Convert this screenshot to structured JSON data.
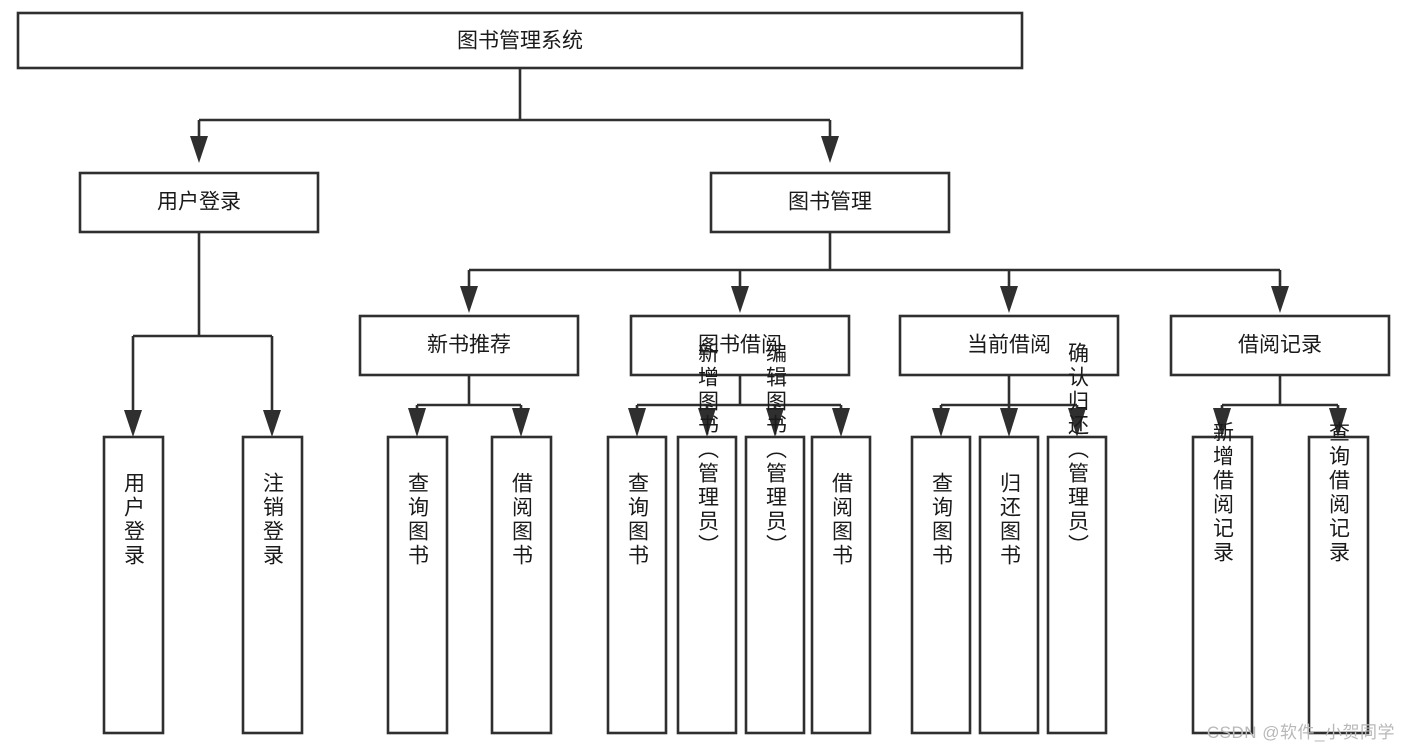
{
  "diagram": {
    "title": "图书管理系统",
    "type": "tree-hierarchy-chart",
    "colors": {
      "box_stroke": "#2f2f2f",
      "box_fill": "#ffffff",
      "text": "#1a1a1a",
      "watermark": "#b8b8b8",
      "background": "#ffffff"
    },
    "root": {
      "label": "图书管理系统"
    },
    "level2": [
      {
        "label": "用户登录"
      },
      {
        "label": "图书管理"
      }
    ],
    "level3": [
      {
        "label": "新书推荐"
      },
      {
        "label": "图书借阅"
      },
      {
        "label": "当前借阅"
      },
      {
        "label": "借阅记录"
      }
    ],
    "leaves": {
      "user_login": [
        {
          "label": "用户登录"
        },
        {
          "label": "注销登录"
        }
      ],
      "new_book_recommend": [
        {
          "label": "查询图书"
        },
        {
          "label": "借阅图书"
        }
      ],
      "book_borrow": [
        {
          "label": "查询图书"
        },
        {
          "label": "新增图书（管理员）"
        },
        {
          "label": "编辑图书（管理员）"
        },
        {
          "label": "借阅图书"
        }
      ],
      "current_borrow": [
        {
          "label": "查询图书"
        },
        {
          "label": "归还图书"
        },
        {
          "label": "确认归还（管理员）"
        }
      ],
      "borrow_record": [
        {
          "label": "新增借阅记录"
        },
        {
          "label": "查询借阅记录"
        }
      ]
    },
    "watermark": "CSDN @软件_小贺同学"
  }
}
